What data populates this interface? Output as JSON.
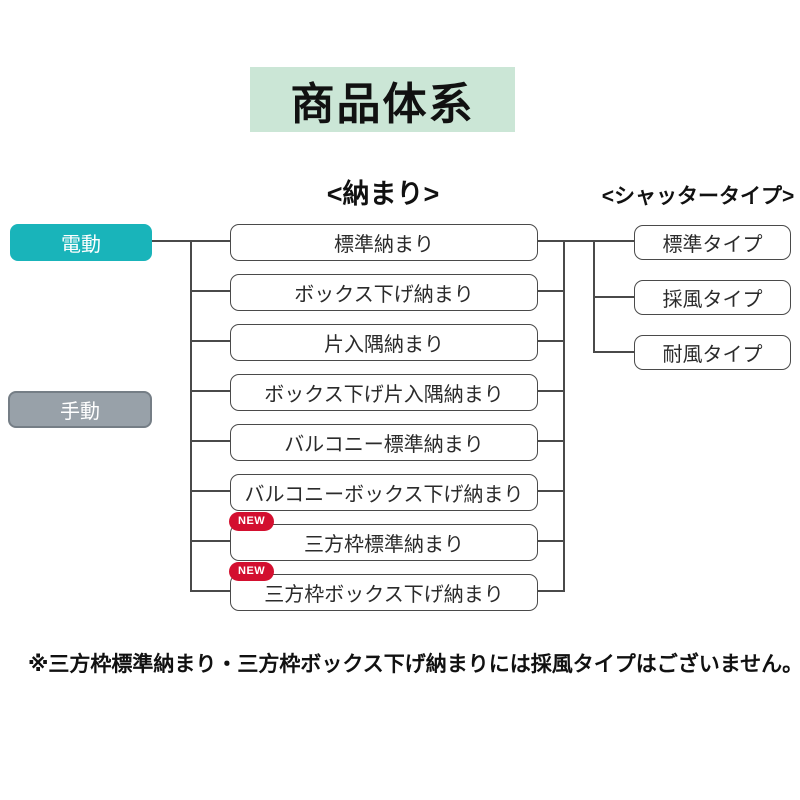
{
  "title": "商品体系",
  "headers": {
    "fitting": "<納まり>",
    "shutter_type": "<シャッタータイプ>"
  },
  "drive_modes": [
    {
      "label": "電動"
    },
    {
      "label": "手動"
    }
  ],
  "fitting_items": [
    {
      "label": "標準納まり"
    },
    {
      "label": "ボックス下げ納まり"
    },
    {
      "label": "片入隅納まり"
    },
    {
      "label": "ボックス下げ片入隅納まり"
    },
    {
      "label": "バルコニー標準納まり"
    },
    {
      "label": "バルコニーボックス下げ納まり"
    },
    {
      "label": "三方枠標準納まり",
      "badge": "NEW"
    },
    {
      "label": "三方枠ボックス下げ納まり",
      "badge": "NEW"
    }
  ],
  "shutter_types": [
    {
      "label": "標準タイプ"
    },
    {
      "label": "採風タイプ"
    },
    {
      "label": "耐風タイプ"
    }
  ],
  "note": "※三方枠標準納まり・三方枠ボックス下げ納まりには採風タイプはございません。",
  "colors": {
    "title-bg": "#cbe6d6",
    "electric": "#19b4ba",
    "manual-bg": "#98a1a9",
    "manual-border": "#757e86",
    "badge": "#d30f2f",
    "box-border": "#4a4a4a",
    "line": "#4a4a4a"
  }
}
